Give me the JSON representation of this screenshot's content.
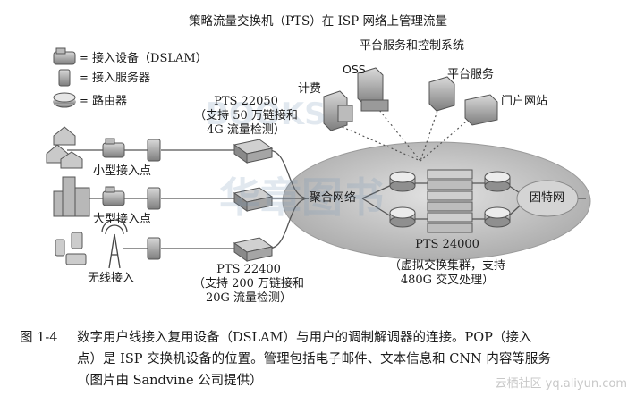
{
  "title": "策略流量交换机（PTS）在 ISP 网络上管理流量",
  "legend": {
    "dslam": "= 接入设备（DSLAM）",
    "server": "= 接入服务器",
    "router": "= 路由器"
  },
  "labels": {
    "pts22050_name": "PTS 22050",
    "pts22050_line1": "（支持 50 万链接和",
    "pts22050_line2": "4G 流量检测）",
    "billing": "计费",
    "oss": "OSS",
    "platform_title": "平台服务和控制系统",
    "platform_service": "平台服务",
    "portal": "门户网站",
    "small_access": "小型接入点",
    "large_access": "大型接入点",
    "wireless_access": "无线接入",
    "aggregation": "聚合网络",
    "internet": "因特网",
    "pts24000_name": "PTS 24000",
    "pts24000_line1": "（虚拟交换集群，支持",
    "pts24000_line2": "480G 交叉处理）",
    "pts22400_name": "PTS 22400",
    "pts22400_line1": "（支持 200 万链接和",
    "pts22400_line2": "20G 流量检测）",
    "pts_badge": "PTS"
  },
  "watermark_ghost": "华章图书",
  "watermark_ghost2": "BOOKS",
  "caption": {
    "number": "图 1-4",
    "line1": "数字用户线接入复用设备（DSLAM）与用户的调制解调器的连接。POP（接入",
    "line2": "点）是 ISP 交换机设备的位置。管理包括电子邮件、文本信息和 CNN 内容等服务",
    "line3": "（图片由 Sandvine 公司提供）"
  },
  "site_watermark": "云栖社区 yq.aliyun.com"
}
